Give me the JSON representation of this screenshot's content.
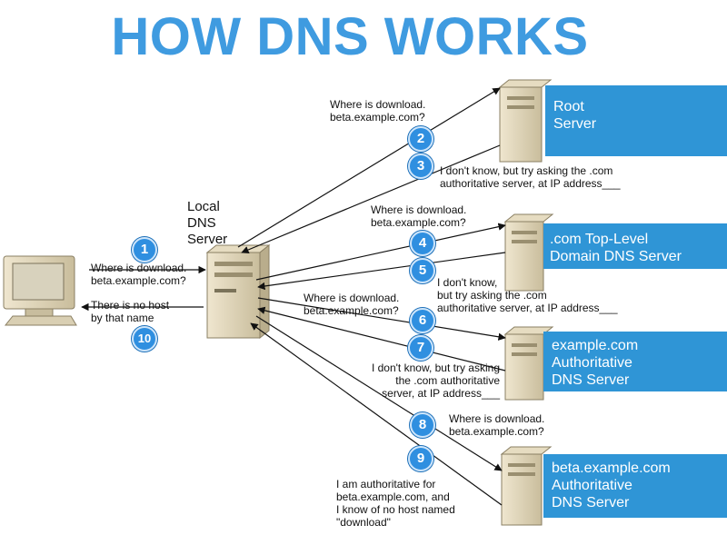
{
  "title": "HOW DNS WORKS",
  "local_server": [
    "Local",
    "DNS",
    "Server"
  ],
  "servers": [
    {
      "lines": [
        "Root",
        "Server"
      ]
    },
    {
      "lines": [
        ".com Top-Level",
        "Domain DNS Server"
      ]
    },
    {
      "lines": [
        "example.com",
        "Authoritative",
        "DNS Server"
      ]
    },
    {
      "lines": [
        "beta.example.com",
        "Authoritative",
        "DNS Server"
      ]
    }
  ],
  "steps": [
    "1",
    "2",
    "3",
    "4",
    "5",
    "6",
    "7",
    "8",
    "9",
    "10"
  ],
  "messages": {
    "m1": [
      "Where is download.",
      "beta.example.com?"
    ],
    "m2": [
      "Where is download.",
      "beta.example.com?"
    ],
    "m3": [
      "I don't know, but try asking the .com",
      "authoritative server, at IP address___"
    ],
    "m4": [
      "Where is download.",
      "beta.example.com?"
    ],
    "m5": [
      "I don't know,",
      "but try asking the .com",
      "authoritative server, at IP address___"
    ],
    "m6": [
      "Where is download.",
      "beta.example.com?"
    ],
    "m7": [
      "I don't know, but try asking",
      "the .com authoritative",
      "server, at IP address___"
    ],
    "m8": [
      "Where is download.",
      "beta.example.com?"
    ],
    "m9": [
      "I am authoritative for",
      "beta.example.com, and",
      "I know of no host named",
      "\"download\""
    ],
    "m10": [
      "There is no host",
      "by that name"
    ]
  },
  "colors": {
    "title": "#3f9be0",
    "band": "#2f95d6",
    "badge": "#2f8fe0"
  }
}
